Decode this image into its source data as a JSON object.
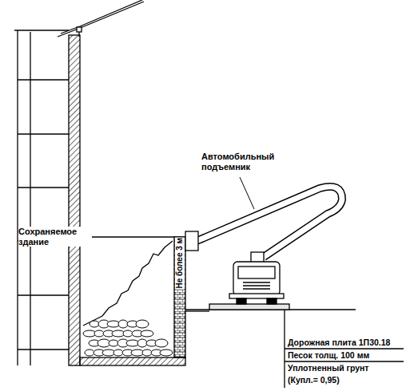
{
  "diagram": {
    "labels": [
      "Автомобильный подъемник",
      "Сохраняемое здание",
      "Не более 3 м",
      "Дорожная плита 1П30.18",
      "Песок толщ. 100 мм",
      "Уплотненный грунт",
      "(Купл.= 0,95)"
    ]
  }
}
